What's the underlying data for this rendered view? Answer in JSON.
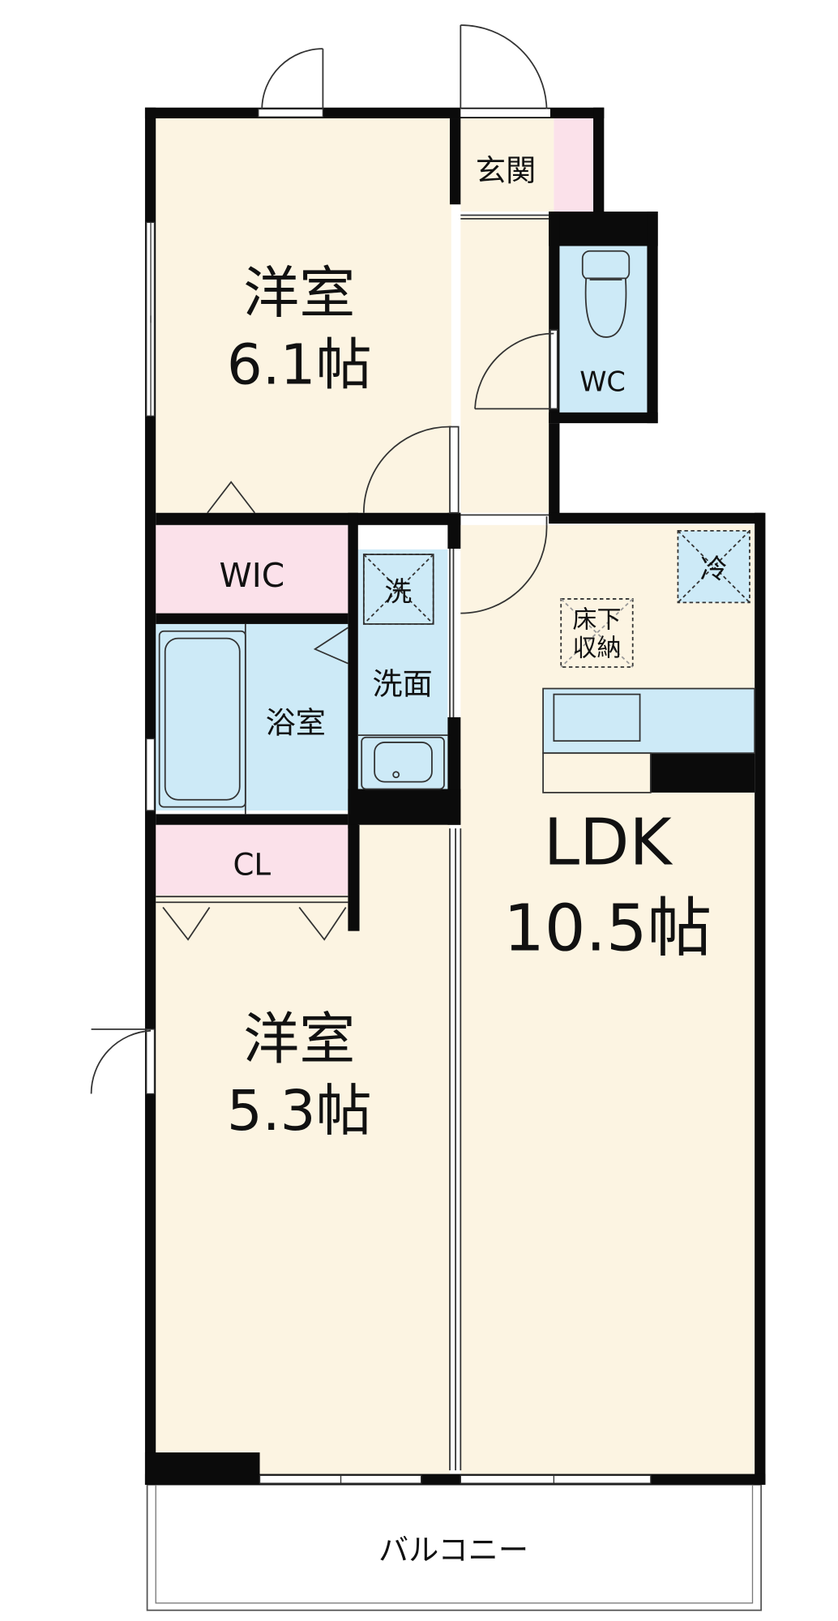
{
  "rooms": {
    "bedroom1": {
      "name": "洋室",
      "size": "6.1帖"
    },
    "bedroom2": {
      "name": "洋室",
      "size": "5.3帖"
    },
    "ldk": {
      "name": "LDK",
      "size": "10.5帖"
    },
    "entrance": "玄関",
    "wc": "WC",
    "wic": "WIC",
    "closet": "CL",
    "bathroom": "浴室",
    "washroom": "洗面",
    "washer": "洗",
    "fridge": "冷",
    "underfloor_storage": [
      "床下",
      "収納"
    ],
    "balcony": "バルコニー"
  },
  "colors": {
    "wall": "#0b0b0b",
    "floor_room": "#fcf4e2",
    "wet_area": "#cdeaf7",
    "storage": "#fbe1ea"
  }
}
